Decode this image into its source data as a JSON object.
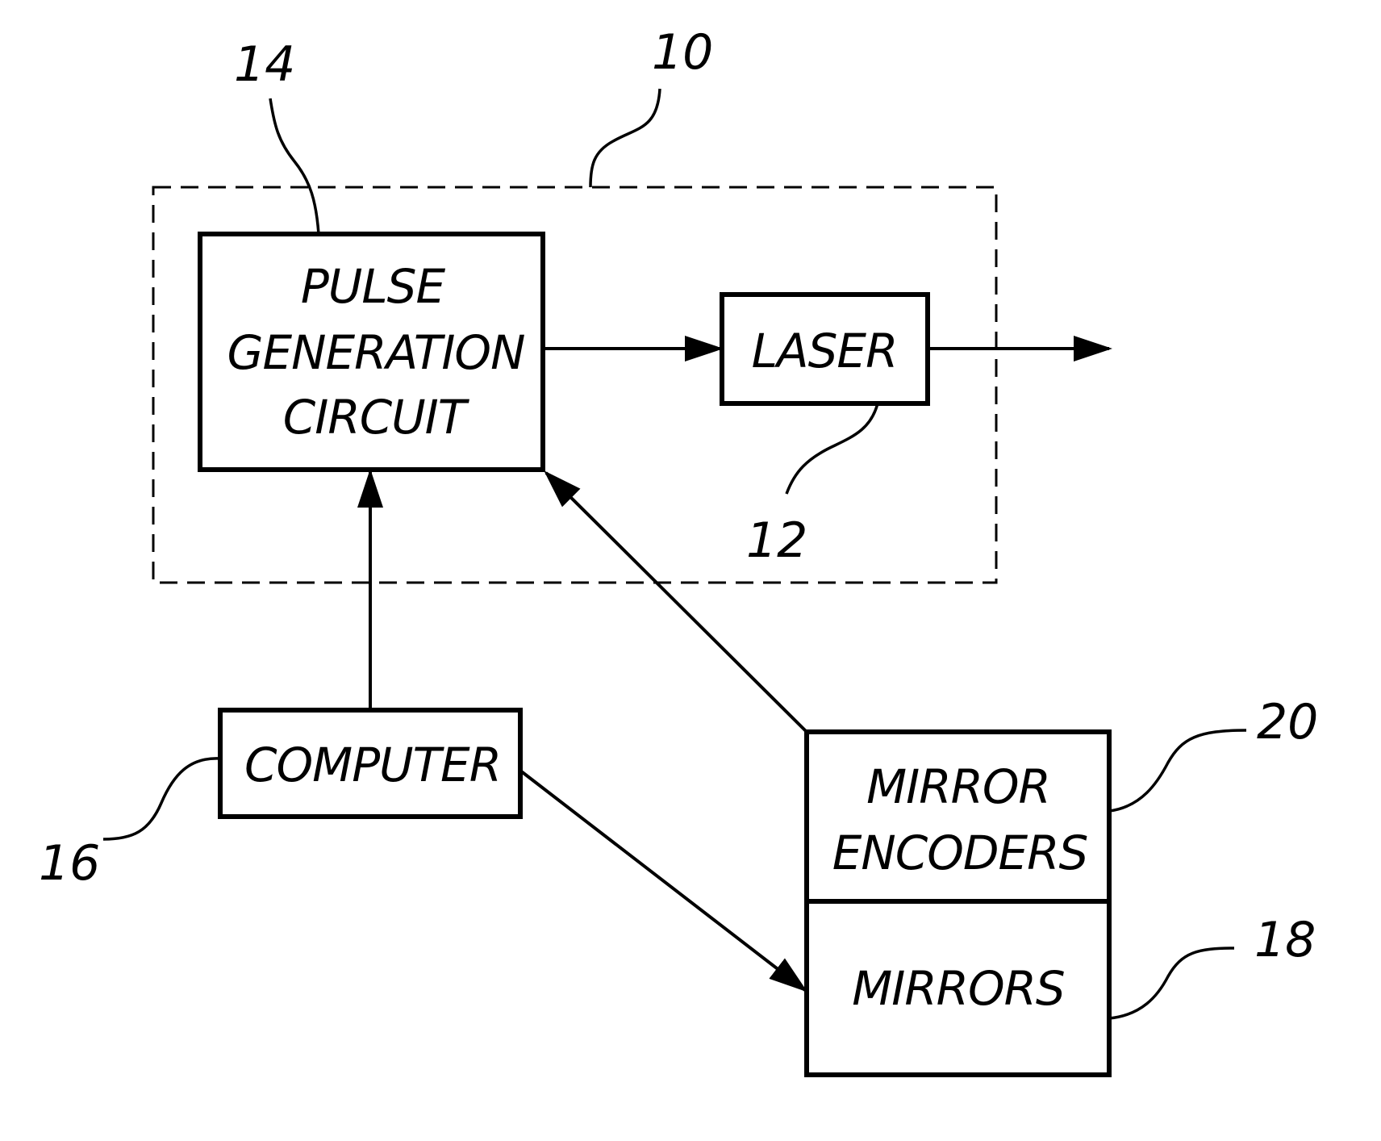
{
  "blocks": {
    "pulse_generation_circuit": {
      "lines": [
        "PULSE",
        "GENERATION",
        "CIRCUIT"
      ],
      "ref": "14"
    },
    "laser": {
      "lines": [
        "LASER"
      ],
      "ref": "12"
    },
    "computer": {
      "lines": [
        "COMPUTER"
      ],
      "ref": "16"
    },
    "mirror_encoders": {
      "lines": [
        "MIRROR",
        "ENCODERS"
      ],
      "ref": "20"
    },
    "mirrors": {
      "lines": [
        "MIRRORS"
      ],
      "ref": "18"
    }
  },
  "system_ref": "10"
}
